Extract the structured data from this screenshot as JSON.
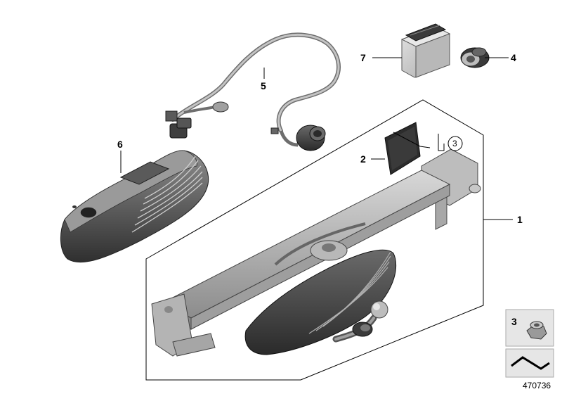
{
  "diagram": {
    "callouts": {
      "c1": "1",
      "c2": "2",
      "c3": "3",
      "c4": "4",
      "c5": "5",
      "c6": "6",
      "c7": "7"
    },
    "legend": {
      "nut_number": "3"
    },
    "image_number": "470736"
  },
  "colors": {
    "outline": "#000000",
    "metal_light": "#c8c8c8",
    "metal_mid": "#9a9a9a",
    "metal_dark": "#4a4a4a",
    "housing_dark": "#3c3c3c",
    "cable": "#808080",
    "legend_box": "#e6e6e6"
  }
}
